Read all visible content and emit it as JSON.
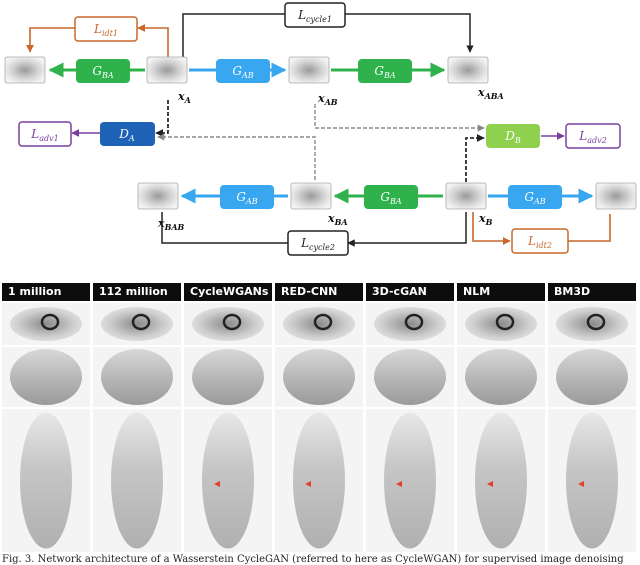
{
  "diagram": {
    "losses": {
      "idt1": "L_idt1",
      "cycle1": "L_cycle1",
      "adv1": "L_adv1",
      "adv2": "L_adv2",
      "cycle2": "L_cycle2",
      "idt2": "L_idt2"
    },
    "generators": {
      "ba": "G_BA",
      "ab": "G_AB"
    },
    "discriminators": {
      "a": "D_A",
      "b": "D_B"
    },
    "images": {
      "xa": "x_A",
      "xab": "x_AB",
      "xaba": "x_ABA",
      "xb": "x_B",
      "xba": "x_BA",
      "xbab": "x_BAB"
    },
    "colors": {
      "gen_ab": "#39a7f0",
      "gen_ba": "#2fb24b",
      "disc_a": "#1e63b5",
      "disc_b": "#8fd14f",
      "idt_border": "#c8682a",
      "adv_border": "#7b3fa0"
    }
  },
  "columns": [
    "1 million",
    "112 million",
    "CycleWGANs",
    "RED-CNN",
    "3D-cGAN",
    "NLM",
    "BM3D"
  ],
  "caption": "Fig. 3. Network architecture of a Wasserstein CycleGAN (referred to here as CycleWGAN) for supervised image denoising"
}
